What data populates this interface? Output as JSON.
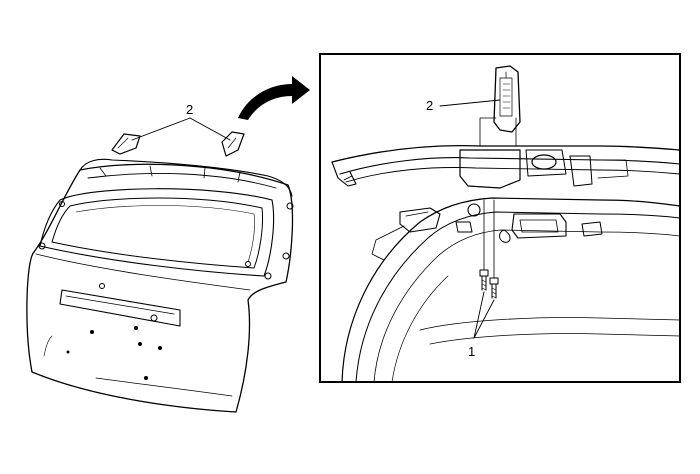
{
  "callouts": {
    "left_hinge_cover": "2",
    "detail_hinge_cover": "2",
    "detail_bolts": "1"
  },
  "colors": {
    "line": "#000000",
    "background": "#ffffff",
    "part_fill": "#d9d9d9"
  }
}
